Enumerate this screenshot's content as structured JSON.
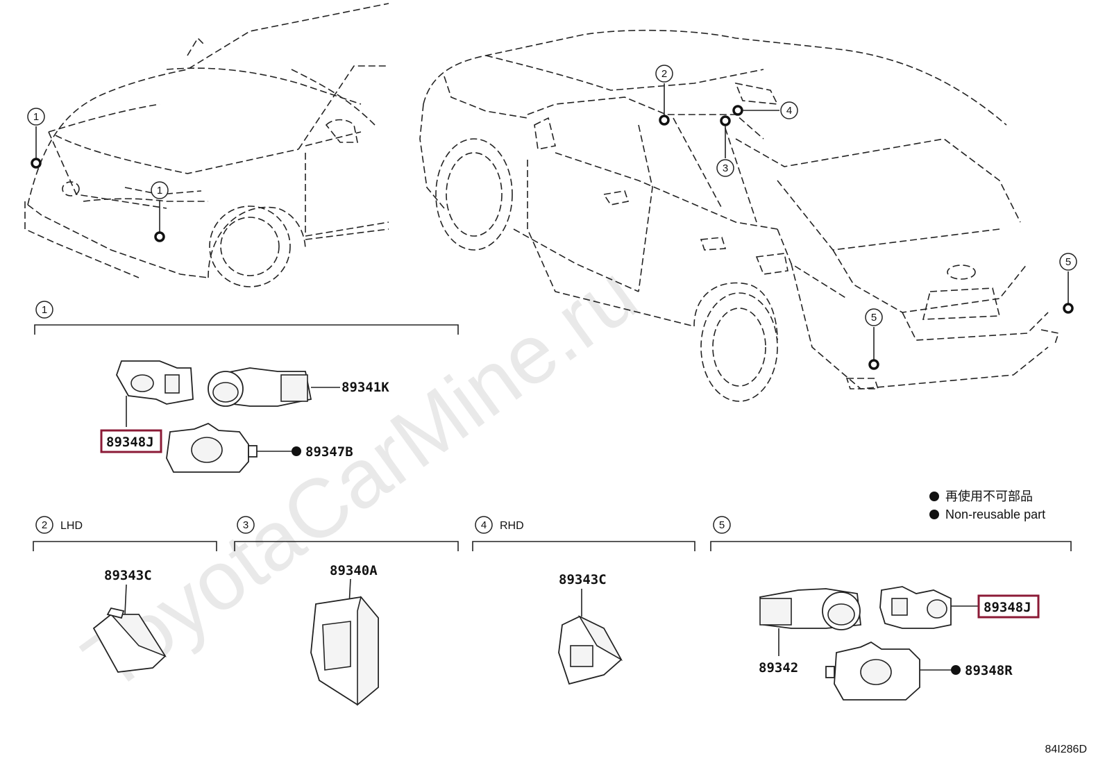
{
  "watermark": "ToyotaCarMine.ru",
  "diagram_code": "84I286D",
  "legend": {
    "symbol": "●",
    "line_jp": "再使用不可部品",
    "line_en": "Non-reusable part"
  },
  "callouts": {
    "c1": "1",
    "c2": "2",
    "c3": "3",
    "c4": "4",
    "c5": "5"
  },
  "groups": {
    "g1": {
      "number": "1",
      "note": ""
    },
    "g2": {
      "number": "2",
      "note": "LHD"
    },
    "g3": {
      "number": "3",
      "note": ""
    },
    "g4": {
      "number": "4",
      "note": "RHD"
    },
    "g5": {
      "number": "5",
      "note": ""
    }
  },
  "parts": {
    "p89341K": "89341K",
    "p89348J_1": "89348J",
    "p89347B": "89347B",
    "p89343C_2": "89343C",
    "p89340A": "89340A",
    "p89343C_4": "89343C",
    "p89342": "89342",
    "p89348J_5": "89348J",
    "p89348R": "89348R"
  },
  "highlight_color": "#8b1a36"
}
